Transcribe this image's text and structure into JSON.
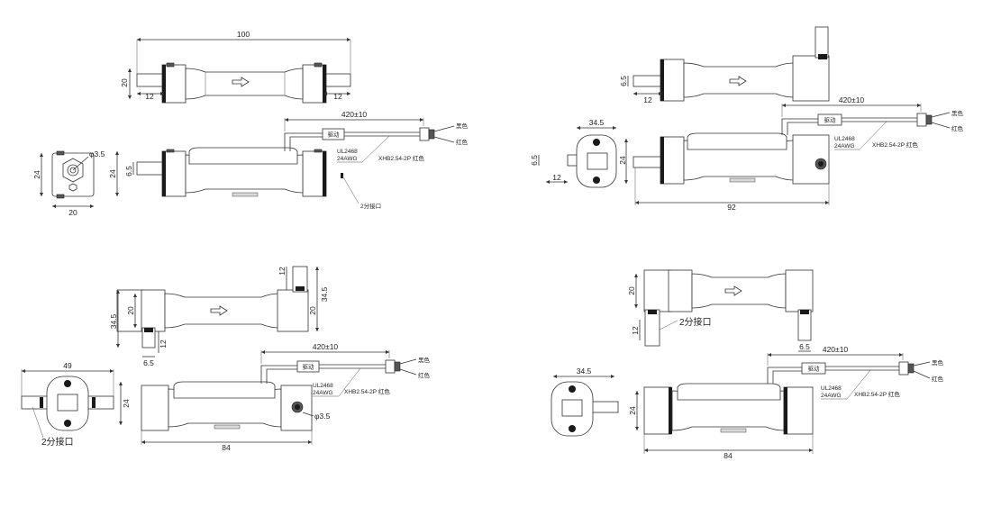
{
  "views": {
    "v1": {
      "length": "100",
      "height": "20",
      "end_left": "12",
      "end_right": "12",
      "cable_length": "420±10",
      "driver": "驱动",
      "wire_spec_1": "UL2468",
      "wire_spec_2": "24AWG",
      "connector": "XHB2.54-2P 红色",
      "wire_black": "黑色",
      "wire_red": "红色",
      "side_width": "20",
      "side_height": "24",
      "port_dia": "φ3.5",
      "front_height": "24",
      "front_port": "6.5",
      "port_type": "2分接口"
    },
    "v2": {
      "end_height": "6.5",
      "end_length": "12",
      "cable_length": "420±10",
      "driver": "驱动",
      "wire_spec_1": "UL2468",
      "wire_spec_2": "24AWG",
      "connector": "XHB2.54-2P 红色",
      "wire_black": "黑色",
      "wire_red": "红色",
      "side_width": "34.5",
      "side_port": "6.5",
      "side_height": "24",
      "side_port_len": "12",
      "length": "92"
    },
    "v3": {
      "riser": "12",
      "right_height": "34.5",
      "right_dia": "20",
      "left_dia": "20",
      "left_height": "34.5",
      "bottom_port": "12",
      "bottom_offset": "6.5",
      "cable_length": "420±10",
      "driver": "驱动",
      "wire_spec_1": "UL2468",
      "wire_spec_2": "24AWG",
      "connector": "XHB2.54-2P 红色",
      "wire_black": "黑色",
      "wire_red": "红色",
      "side_width": "49",
      "side_height": "24",
      "port_type": "2分接口",
      "port_dia": "φ3.5",
      "length": "84"
    },
    "v4": {
      "height": "20",
      "port_type": "2分接口",
      "port_len": "12",
      "right_offset": "6.5",
      "cable_length": "420±10",
      "driver": "驱动",
      "wire_spec_1": "UL2468",
      "wire_spec_2": "24AWG",
      "connector": "XHB2.54-2P 红色",
      "wire_black": "黑色",
      "wire_red": "红色",
      "side_width": "34.5",
      "front_height": "24",
      "length": "84"
    }
  }
}
